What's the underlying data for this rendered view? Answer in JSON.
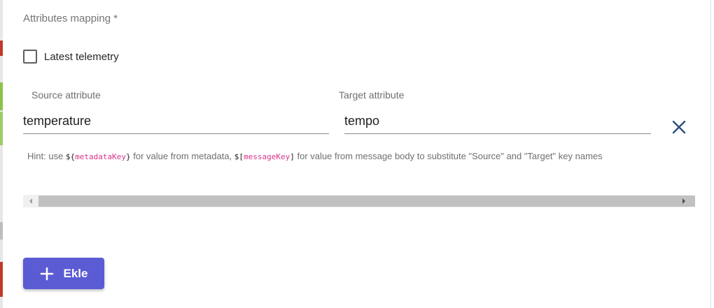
{
  "section": {
    "title": "Attributes mapping *"
  },
  "latest_telemetry": {
    "label": "Latest telemetry",
    "checked": false
  },
  "mapping": {
    "source_label": "Source attribute",
    "target_label": "Target attribute",
    "source_value": "temperature",
    "target_value": "tempo"
  },
  "hint": {
    "prefix": "Hint: use ",
    "meta_open": "${",
    "meta_key": "metadataKey",
    "meta_close": "}",
    "middle": " for value from metadata, ",
    "msg_open": "$[",
    "msg_key": "messageKey",
    "msg_close": "]",
    "suffix": " for value from message body to substitute \"Source\" and \"Target\" key names"
  },
  "add_button": {
    "label": "Ekle"
  },
  "icons": {
    "remove": "close-icon",
    "add": "plus-icon",
    "scroll_left": "caret-left-icon",
    "scroll_right": "caret-right-icon"
  },
  "colors": {
    "accent": "#5b5bd4",
    "remove_icon": "#2d4f7c",
    "code_key": "#d6348a"
  }
}
